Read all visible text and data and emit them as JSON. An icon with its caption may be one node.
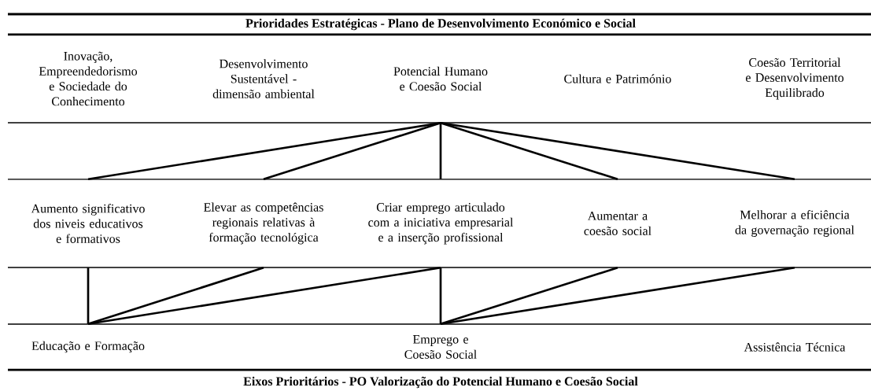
{
  "diagram": {
    "title": "Prioridades Estratégicas - Plano de Desenvolvimento Económico e Social",
    "caption": "Eixos Prioritários - PO Valorização do Potencial Humano e Coesão Social",
    "nodes": [
      {
        "text": [
          "Inovação, Empreendedorismo e Sociedade do Conhecimento"
        ]
      },
      {
        "text": [
          "Desenvolvimento Sustentável - dimensão ambiental"
        ]
      },
      {
        "text": [
          "Potencial Humano e Coesão Social"
        ]
      },
      {
        "text": [
          "Cultura e Património"
        ]
      },
      {
        "text": [
          "Coesão Territorial e Desenvolvimento Equilibrado"
        ]
      },
      {
        "text": [
          "Aumento significativo dos niveis educativos e formativos"
        ]
      },
      {
        "text": [
          "Elevar as competências regionais relativas à formação tecnológica"
        ]
      },
      {
        "text": [
          "Criar emprego articulado com a iniciativa empresarial e a inserção profissional"
        ]
      },
      {
        "text": [
          "Aumentar a coesão social"
        ]
      },
      {
        "text": [
          "Melhorar a eficiência da governação regional"
        ]
      },
      {
        "text": [
          "Educação e Formação"
        ]
      },
      {
        "text": [
          "Emprego e Coesão Social"
        ]
      },
      {
        "text": [
          "Assistência Técnica"
        ]
      }
    ],
    "edges": [
      {
        "from": 2,
        "to": 5,
        "arrow": "none"
      },
      {
        "from": 2,
        "to": 6,
        "arrow": "none"
      },
      {
        "from": 2,
        "to": 7,
        "arrow": "none"
      },
      {
        "from": 2,
        "to": 8,
        "arrow": "none"
      },
      {
        "from": 2,
        "to": 9,
        "arrow": "none"
      },
      {
        "from": 5,
        "to": 10,
        "arrow": "none"
      },
      {
        "from": 6,
        "to": 10,
        "arrow": "none"
      },
      {
        "from": 7,
        "to": 10,
        "arrow": "none"
      },
      {
        "from": 7,
        "to": 11,
        "arrow": "none"
      },
      {
        "from": 8,
        "to": 11,
        "arrow": "none"
      },
      {
        "from": 9,
        "to": 11,
        "arrow": "none"
      }
    ]
  }
}
